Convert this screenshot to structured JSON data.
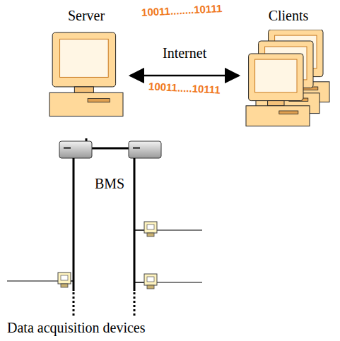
{
  "diagram": {
    "nodes": [
      {
        "text": [
          "Server"
        ]
      },
      {
        "text": [
          "Clients"
        ]
      }
    ],
    "edges": [
      {
        "from": 0,
        "to": 1,
        "label": "Internet",
        "arrow": "both"
      }
    ],
    "labels": [
      "10011........10111",
      "10011.....10111",
      "BMS",
      "Data acquisition devices"
    ]
  }
}
